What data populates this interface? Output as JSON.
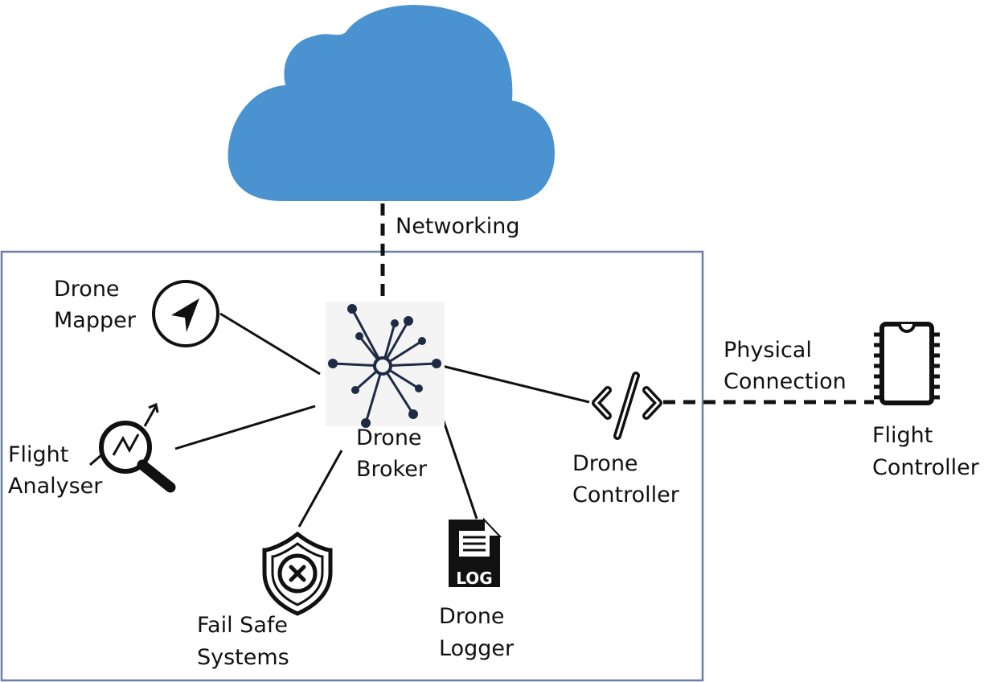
{
  "colors": {
    "cloud": "#4a93d0",
    "frame": "#6b7fa3",
    "ink": "#111111",
    "hub": "#1e2b45",
    "hub_bg": "#f4f4f4"
  },
  "icons": {
    "cloud": "cloud-icon",
    "mapper": "navigation-arrow-icon",
    "analyser": "magnifier-chart-icon",
    "broker": "hub-network-icon",
    "failsafe": "shield-cross-icon",
    "logger": "log-file-icon",
    "controller": "code-brackets-icon",
    "flight_controller": "microchip-icon"
  },
  "links": {
    "networking": "Networking",
    "physical_line1": "Physical",
    "physical_line2": "Connection"
  },
  "nodes": {
    "mapper": {
      "line1": "Drone",
      "line2": "Mapper"
    },
    "analyser": {
      "line1": "Flight",
      "line2": "Analyser"
    },
    "broker": {
      "line1": "Drone",
      "line2": "Broker"
    },
    "failsafe": {
      "line1": "Fail Safe",
      "line2": "Systems"
    },
    "logger": {
      "line1": "Drone",
      "line2": "Logger"
    },
    "controller": {
      "line1": "Drone",
      "line2": "Controller"
    },
    "flight_controller": {
      "line1": "Flight",
      "line2": "Controller"
    }
  }
}
